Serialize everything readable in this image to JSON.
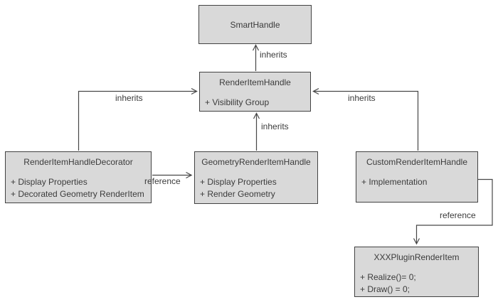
{
  "diagram": {
    "kind": "uml-class-diagram",
    "colors": {
      "background": "#ffffff",
      "box_fill": "#d9d9d9",
      "box_border": "#424242",
      "line": "#474747",
      "text": "#3b3b3b"
    },
    "nodes": {
      "smart_handle": {
        "title": "SmartHandle",
        "attributes": []
      },
      "render_item_handle": {
        "title": "RenderItemHandle",
        "attributes": [
          "+ Visibility Group"
        ]
      },
      "render_item_handle_decorator": {
        "title": "RenderItemHandleDecorator",
        "attributes": [
          "+ Display Properties",
          "+ Decorated Geometry RenderItem"
        ]
      },
      "geometry_render_item_handle": {
        "title": "GeometryRenderItemHandle",
        "attributes": [
          "+ Display Properties",
          "+ Render Geometry"
        ]
      },
      "custom_render_item_handle": {
        "title": "CustomRenderItemHandle",
        "attributes": [
          "+ Implementation"
        ]
      },
      "xxx_plugin_render_item": {
        "title": "XXXPluginRenderItem",
        "attributes": [
          "+ Realize()= 0;",
          "+ Draw() = 0;"
        ]
      }
    },
    "edges": {
      "render_item_handle_to_smart_handle": {
        "label": "inherits",
        "from": "RenderItemHandle",
        "to": "SmartHandle"
      },
      "geometry_to_render_item_handle": {
        "label": "inherits",
        "from": "GeometryRenderItemHandle",
        "to": "RenderItemHandle"
      },
      "decorator_to_render_item_handle": {
        "label": "inherits",
        "from": "RenderItemHandleDecorator",
        "to": "RenderItemHandle"
      },
      "custom_to_render_item_handle": {
        "label": "inherits",
        "from": "CustomRenderItemHandle",
        "to": "RenderItemHandle"
      },
      "decorator_to_geometry": {
        "label": "reference",
        "from": "RenderItemHandleDecorator",
        "to": "GeometryRenderItemHandle"
      },
      "custom_to_xxx_plugin": {
        "label": "reference",
        "from": "CustomRenderItemHandle",
        "to": "XXXPluginRenderItem"
      }
    }
  }
}
